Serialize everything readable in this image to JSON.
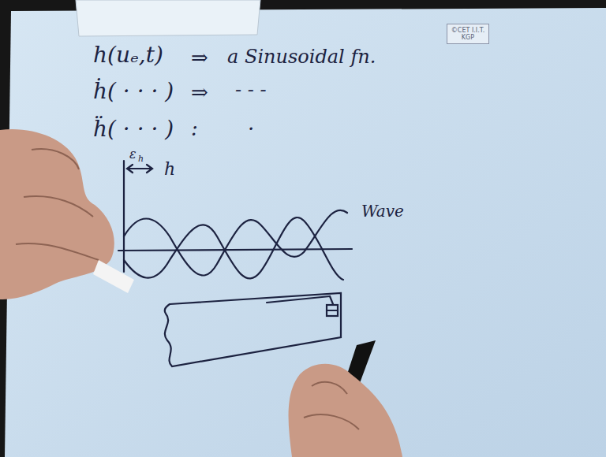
{
  "diagram": {
    "nodes": [
      {
        "text": [
          "©CET I.I.T. KGP"
        ]
      }
    ],
    "labels": [
      "h(uₑ,t)",
      "⇒",
      "a Sinusoidal fn.",
      "ḣ( · · · )",
      "⇒",
      "- - -",
      "ḧ( · · · )",
      ":",
      "·",
      "ε",
      "h",
      "h",
      "Wave"
    ]
  }
}
